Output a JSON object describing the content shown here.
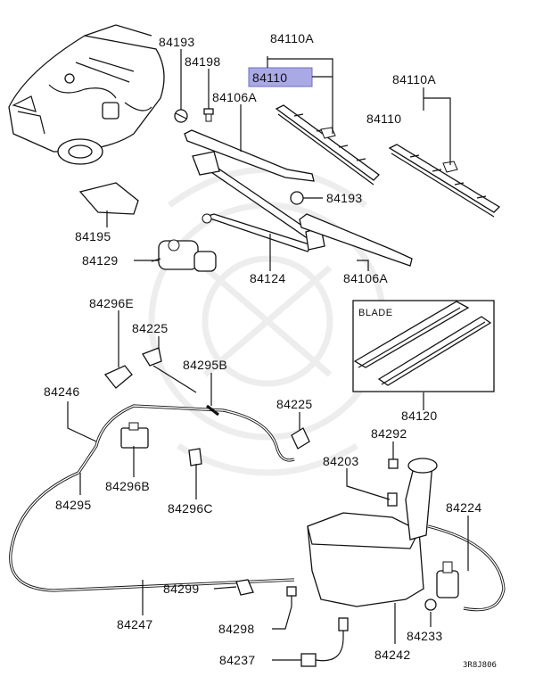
{
  "diagram": {
    "labels": {
      "p84193a": "84193",
      "p84198": "84198",
      "p84106a_top": "84106A",
      "p84110a_center": "84110A",
      "p84110_center": "84110",
      "p84110a_right": "84110A",
      "p84110_right": "84110",
      "p84193b": "84193",
      "p84195": "84195",
      "p84129": "84129",
      "p84124": "84124",
      "p84106a_bottom": "84106A",
      "p84296e": "84296E",
      "p84225a": "84225",
      "p84295b": "84295B",
      "p84246": "84246",
      "p84225b": "84225",
      "p84292": "84292",
      "p84296b": "84296B",
      "p84295": "84295",
      "p84296c": "84296C",
      "p84203": "84203",
      "p84224": "84224",
      "p84299": "84299",
      "p84247": "84247",
      "p84298": "84298",
      "p84233": "84233",
      "p84237": "84237",
      "p84242": "84242",
      "p84120": "84120"
    },
    "blade_box_title": "BLADE",
    "highlighted_part": "84110",
    "highlight_color": "#a9a9e6",
    "figure_code": "3R8J806"
  }
}
